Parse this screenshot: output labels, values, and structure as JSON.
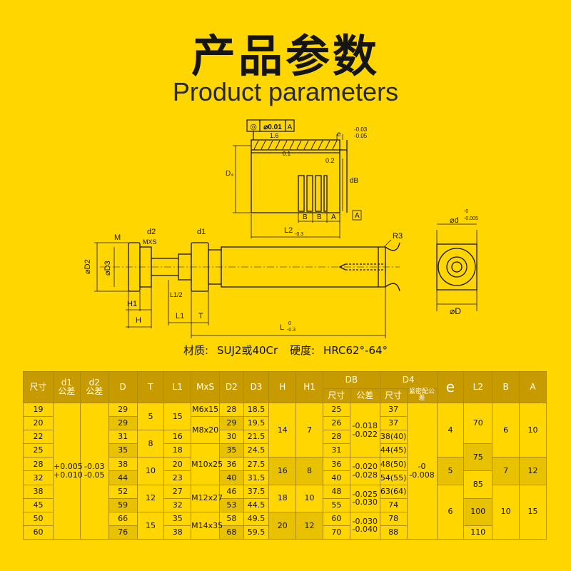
{
  "title": {
    "cn": "产品参数",
    "en": "Product parameters"
  },
  "drawing": {
    "tol_frame_symbol": "◎",
    "tol_frame_value": "⌀0.01",
    "tol_frame_datum": "A",
    "rough": "1.6",
    "e": "e",
    "e_tol_hi": "-0.03",
    "e_tol_lo": "-0.05",
    "c1": "0.1",
    "c2": "0.2",
    "d4": "D₄",
    "db": "dB",
    "b1": "B",
    "b2": "B",
    "a": "A",
    "datum_a": "A",
    "l2": "L2",
    "l2_tol": "-0.3",
    "m": "M",
    "d2_lbl": "d2",
    "mxs": "MXS",
    "d1_lbl": "d1",
    "r3": "R3",
    "dd2": "⌀D2",
    "dd3": "⌀D3",
    "h1": "H1",
    "h": "H",
    "l1half": "L1/2",
    "l1": "L1",
    "t": "T",
    "l": "L",
    "l_tol_hi": "0",
    "l_tol_lo": "-0.3",
    "dd": "⌀d",
    "dd_tol_hi": "-0",
    "dd_tol_lo": "-0.005",
    "dD": "⌀D"
  },
  "material": {
    "label": "材质:",
    "value": "SUJ2或40Cr",
    "hardness_label": "硬度:",
    "hardness_value": "HRC62°-64°"
  },
  "table": {
    "headers": {
      "size": "尺寸",
      "d1": "d1",
      "d1_tol": "公差",
      "d2": "d2",
      "d2_tol": "公差",
      "D": "D",
      "T": "T",
      "L1": "L1",
      "MxS": "MxS",
      "D2": "D2",
      "D3": "D3",
      "H": "H",
      "H1": "H1",
      "DB": "DB",
      "DB_size": "尺寸",
      "DB_tol": "公差",
      "D4": "D4",
      "D4_size": "尺寸",
      "D4_tol": "紧密配公差",
      "e": "e",
      "L2": "L2",
      "B": "B",
      "A": "A"
    },
    "sizes": [
      "19",
      "20",
      "22",
      "25",
      "28",
      "32",
      "38",
      "45",
      "50",
      "60"
    ],
    "d1_tol": "+0.005\n+0.010",
    "d2_tol": "-0.03\n-0.05",
    "D": [
      "29",
      "29",
      "31",
      "35",
      "38",
      "44",
      "52",
      "59",
      "66",
      "76"
    ],
    "T": [
      "5",
      "8",
      "10",
      "12",
      "15"
    ],
    "L1": [
      "15",
      "16",
      "18",
      "20",
      "23",
      "27",
      "32",
      "35",
      "38"
    ],
    "MxS": [
      "M6x15",
      "M8x20",
      "M10x25",
      "M12x27",
      "M14x35"
    ],
    "D2": [
      "28",
      "29",
      "30",
      "35",
      "36",
      "40",
      "46",
      "53",
      "58",
      "68"
    ],
    "D3": [
      "18.5",
      "19.5",
      "21.5",
      "24.5",
      "27.5",
      "31.5",
      "37.5",
      "44.5",
      "49.5",
      "59.5"
    ],
    "H": [
      "14",
      "16",
      "18",
      "20"
    ],
    "H1": [
      "7",
      "8",
      "10",
      "12"
    ],
    "DB": [
      "25",
      "26",
      "28",
      "31",
      "36",
      "40",
      "48",
      "55",
      "60",
      "70"
    ],
    "DB_tol": [
      "-0.018\n-0.022",
      "-0.020\n-0.028",
      "-0.025\n-0.030",
      "-0.030\n-0.040"
    ],
    "D4": [
      "37",
      "37",
      "38(40)",
      "44(45)",
      "48(50)",
      "54(55)",
      "63(64)",
      "74",
      "78",
      "88"
    ],
    "D4_tol": "-0\n-0.008",
    "e": [
      "4",
      "5",
      "6"
    ],
    "L2": [
      "70",
      "75",
      "85",
      "100",
      "110"
    ],
    "B": [
      "6",
      "7",
      "10"
    ],
    "A": [
      "10",
      "12",
      "15"
    ]
  }
}
